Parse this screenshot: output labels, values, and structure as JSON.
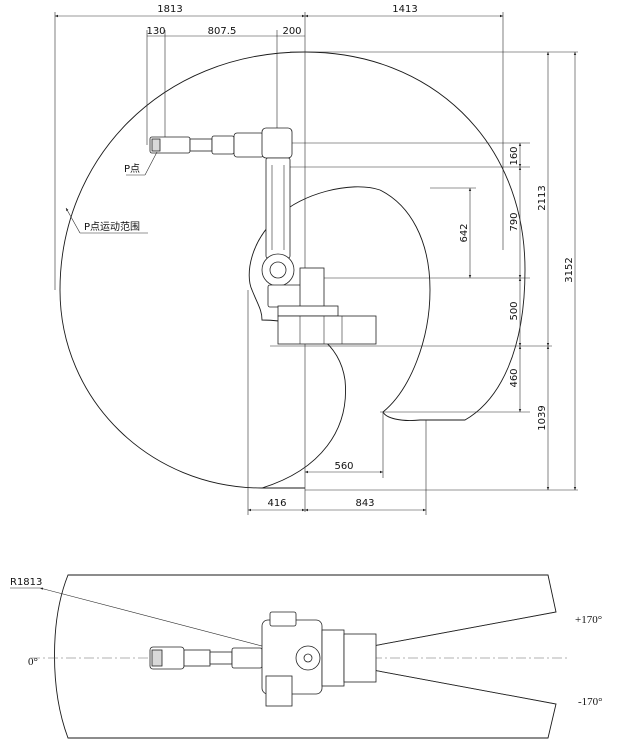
{
  "side_view": {
    "top_dims": {
      "d1813": "1813",
      "d1413": "1413",
      "d130": "130",
      "d807_5": "807.5",
      "d200": "200"
    },
    "right_dims": {
      "d160": "160",
      "d2113": "2113",
      "d3152": "3152",
      "d790": "790",
      "d642": "642",
      "d500": "500",
      "d460": "460",
      "d1039": "1039"
    },
    "bottom_dims": {
      "d560": "560",
      "d416": "416",
      "d843": "843"
    },
    "labels": {
      "p_point": "P点",
      "p_range": "P点运动范围"
    }
  },
  "top_view": {
    "radius_label": "R1813",
    "angle_zero": "0°",
    "angle_pos": "+170°",
    "angle_neg": "-170°"
  }
}
